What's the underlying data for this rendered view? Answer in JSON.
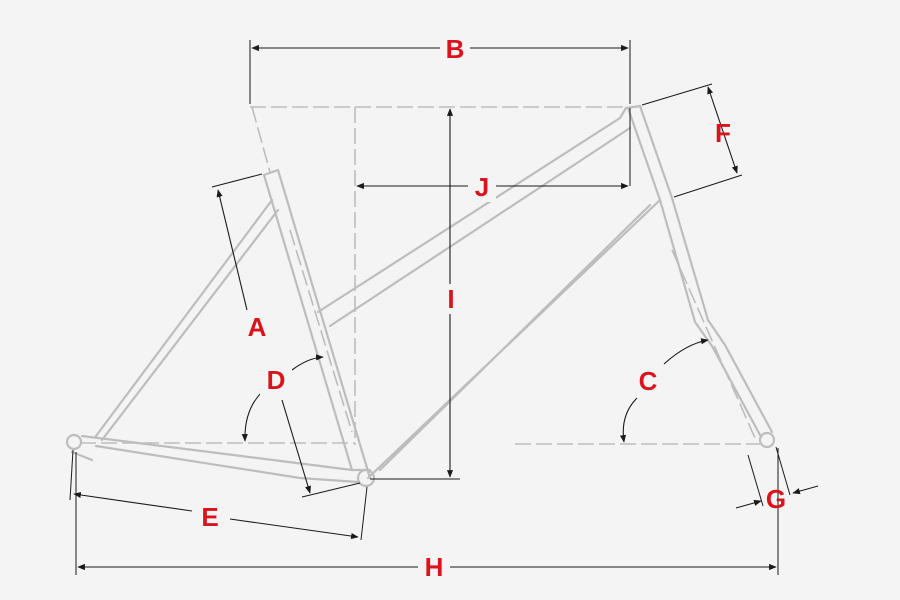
{
  "labels": {
    "A": "A",
    "B": "B",
    "C": "C",
    "D": "D",
    "E": "E",
    "F": "F",
    "G": "G",
    "H": "H",
    "I": "I",
    "J": "J"
  },
  "colors": {
    "background": "#f4f4f4",
    "frame": "#bdbdbd",
    "dimension": "#1a1a1a",
    "label": "#d9141c"
  }
}
